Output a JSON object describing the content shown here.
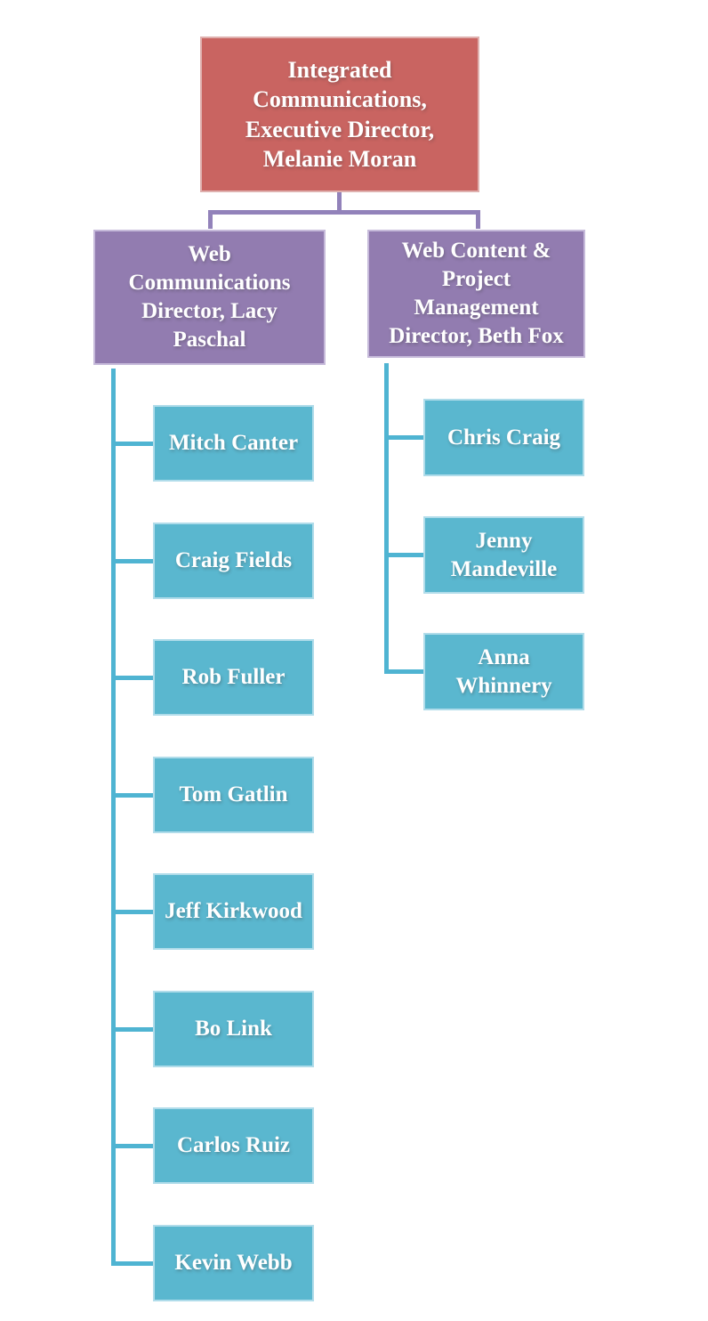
{
  "diagram_type": "org-chart",
  "colors": {
    "root_fill": "#c96461",
    "director_fill": "#927cb0",
    "member_fill": "#5ab7cf",
    "connector_purple": "#9282ba",
    "connector_teal": "#4fb4d2",
    "text": "#ffffff",
    "background": "#ffffff"
  },
  "org": {
    "root": {
      "label": "Integrated\nCommunications,\nExecutive Director,\nMelanie Moran"
    },
    "branches": [
      {
        "director": "Web\nCommunications\nDirector, Lacy\nPaschal",
        "members": [
          "Mitch Canter",
          "Craig Fields",
          "Rob Fuller",
          "Tom Gatlin",
          "Jeff Kirkwood",
          "Bo Link",
          "Carlos Ruiz",
          "Kevin Webb"
        ]
      },
      {
        "director": "Web Content &\nProject\nManagement\nDirector, Beth Fox",
        "members": [
          "Chris Craig",
          "Jenny\nMandeville",
          "Anna\nWhinnery"
        ]
      }
    ]
  }
}
